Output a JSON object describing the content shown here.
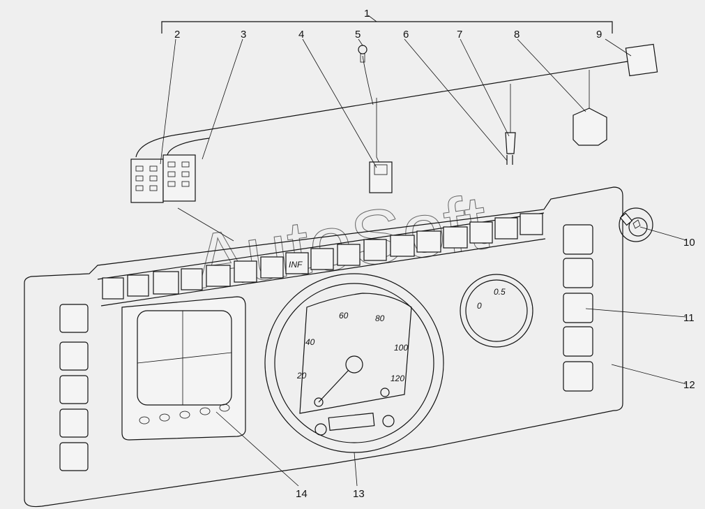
{
  "figure": {
    "type": "exploded parts diagram",
    "subject": "instrument panel with wiring harness",
    "watermark": "AutoSoft"
  },
  "callouts": [
    {
      "id": "1",
      "label": "1"
    },
    {
      "id": "2",
      "label": "2"
    },
    {
      "id": "3",
      "label": "3"
    },
    {
      "id": "4",
      "label": "4"
    },
    {
      "id": "5",
      "label": "5"
    },
    {
      "id": "6",
      "label": "6"
    },
    {
      "id": "7",
      "label": "7"
    },
    {
      "id": "8",
      "label": "8"
    },
    {
      "id": "9",
      "label": "9"
    },
    {
      "id": "10",
      "label": "10"
    },
    {
      "id": "11",
      "label": "11"
    },
    {
      "id": "12",
      "label": "12"
    },
    {
      "id": "13",
      "label": "13"
    },
    {
      "id": "14",
      "label": "14"
    }
  ],
  "speedometer": {
    "scale_labels": [
      "20",
      "40",
      "60",
      "80",
      "100",
      "120"
    ]
  },
  "gauge": {
    "scale_labels": [
      "0",
      "0.5"
    ]
  },
  "switch_panel": {
    "info_label": "INF"
  }
}
